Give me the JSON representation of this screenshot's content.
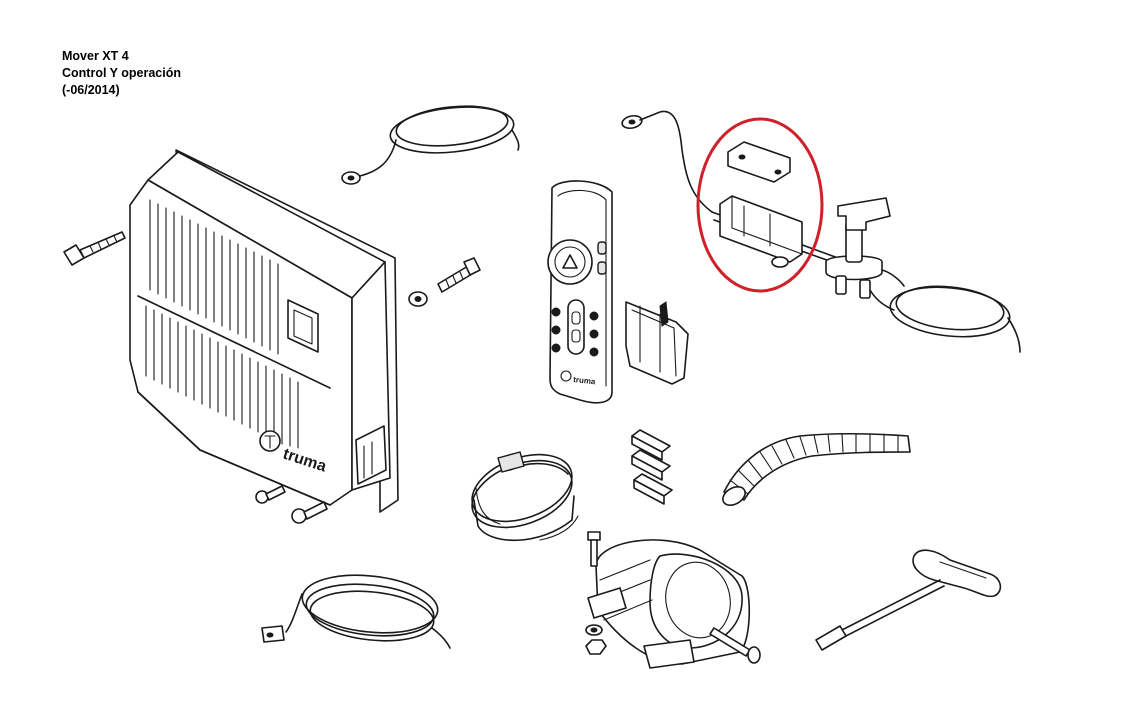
{
  "title": {
    "line1": "Mover XT 4",
    "line2": "Control Y operación",
    "line3": "(-06/2014)"
  },
  "brand_marks": {
    "control_unit": "truma",
    "remote": "truma"
  },
  "colors": {
    "line": "#1a1a1a",
    "highlight": "#d0202a",
    "background": "#ffffff"
  }
}
